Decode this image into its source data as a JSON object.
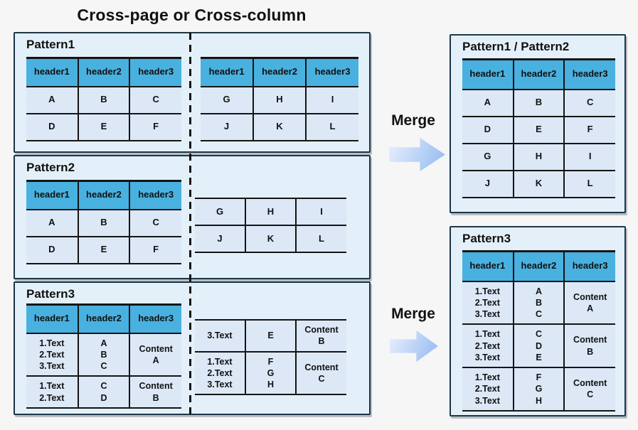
{
  "title": "Cross-page or Cross-column",
  "merge1": {
    "label": "Merge"
  },
  "merge2": {
    "label": "Merge"
  },
  "left": {
    "pattern1": {
      "label": "Pattern1",
      "main_table": {
        "headers": [
          "header1",
          "header2",
          "header3"
        ],
        "rows": [
          [
            "A",
            "B",
            "C"
          ],
          [
            "D",
            "E",
            "F"
          ]
        ]
      },
      "continuation_table": {
        "headers": [
          "header1",
          "header2",
          "header3"
        ],
        "rows": [
          [
            "G",
            "H",
            "I"
          ],
          [
            "J",
            "K",
            "L"
          ]
        ]
      }
    },
    "pattern2": {
      "label": "Pattern2",
      "main_table": {
        "headers": [
          "header1",
          "header2",
          "header3"
        ],
        "rows": [
          [
            "A",
            "B",
            "C"
          ],
          [
            "D",
            "E",
            "F"
          ]
        ]
      },
      "continuation_table": {
        "rows": [
          [
            "G",
            "H",
            "I"
          ],
          [
            "J",
            "K",
            "L"
          ]
        ]
      }
    },
    "pattern3": {
      "label": "Pattern3",
      "main_table": {
        "headers": [
          "header1",
          "header2",
          "header3"
        ],
        "rows": [
          [
            "1.Text\n2.Text\n3.Text",
            "A\nB\nC",
            "Content\nA"
          ],
          [
            "1.Text\n2.Text",
            "C\nD",
            "Content\nB"
          ]
        ]
      },
      "continuation_table": {
        "rows": [
          [
            "3.Text",
            "E",
            "Content\nB"
          ],
          [
            "1.Text\n2.Text\n3.Text",
            "F\nG\nH",
            "Content\nC"
          ]
        ]
      }
    }
  },
  "right": {
    "merged12": {
      "label": "Pattern1 / Pattern2",
      "table": {
        "headers": [
          "header1",
          "header2",
          "header3"
        ],
        "rows": [
          [
            "A",
            "B",
            "C"
          ],
          [
            "D",
            "E",
            "F"
          ],
          [
            "G",
            "H",
            "I"
          ],
          [
            "J",
            "K",
            "L"
          ]
        ]
      }
    },
    "merged3": {
      "label": "Pattern3",
      "table": {
        "headers": [
          "header1",
          "header2",
          "header3"
        ],
        "rows": [
          [
            "1.Text\n2.Text\n3.Text",
            "A\nB\nC",
            "Content\nA"
          ],
          [
            "1.Text\n2.Text\n3.Text",
            "C\nD\nE",
            "Content\nB"
          ],
          [
            "1.Text\n2.Text\n3.Text",
            "F\nG\nH",
            "Content\nC"
          ]
        ]
      }
    }
  },
  "colors": {
    "header_blue": "#49b1df",
    "cell_fill": "#dce8f6",
    "panel_fill": "#e3f0f9",
    "panel_border": "#1d3647",
    "table_line": "#141414",
    "arrow_light": "#dfeafc",
    "arrow_deep": "#9cbff2",
    "background": "#f6f6f7",
    "text": "#111111"
  }
}
